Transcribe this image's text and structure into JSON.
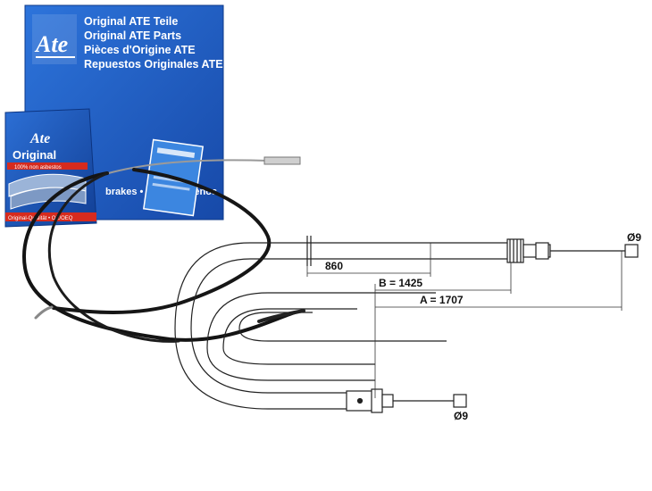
{
  "brand": {
    "logo_text": "Ate",
    "box_lines": [
      "Original ATE Teile",
      "Original ATE Parts",
      "Pièces d'Origine ATE",
      "Repuestos Originales ATE"
    ],
    "side_label": "brakes • Freins • Frenos",
    "small_box_title": "Original",
    "small_box_band": "100% non asbestos",
    "small_box_footer": "Original-Qualität • OE/OEQ",
    "colors": {
      "box_blue": "#1f5fc8",
      "box_dark": "#103f96"
    }
  },
  "diagram": {
    "dim_860": "860",
    "dim_b": "B = 1425",
    "dim_a": "A = 1707",
    "dia_top": "Ø9",
    "dia_bottom": "Ø9"
  }
}
